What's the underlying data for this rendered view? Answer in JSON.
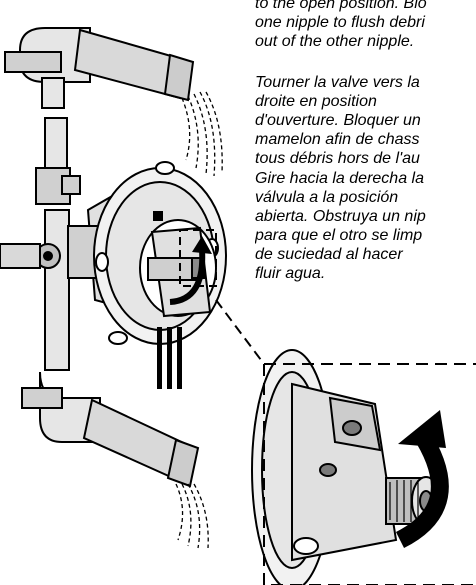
{
  "instructions": {
    "en": [
      "to the open position. Blo",
      "one nipple to flush debri",
      "out of the other nipple."
    ],
    "fr": [
      "Tourner la valve vers la",
      "droite en position",
      "d'ouverture. Bloquer un",
      "mamelon afin de chass",
      "tous débris hors de l'au"
    ],
    "es": [
      "Gire hacia la derecha la",
      "válvula a la posición",
      "abierta. Obstruya un nip",
      "para que el otro se limp",
      "de suciedad al hacer",
      "fluir agua."
    ]
  },
  "colors": {
    "ink": "#000000",
    "paper": "#ffffff",
    "metal": "#d9d9d9"
  },
  "icons": [
    "rotate-arrow-icon"
  ]
}
